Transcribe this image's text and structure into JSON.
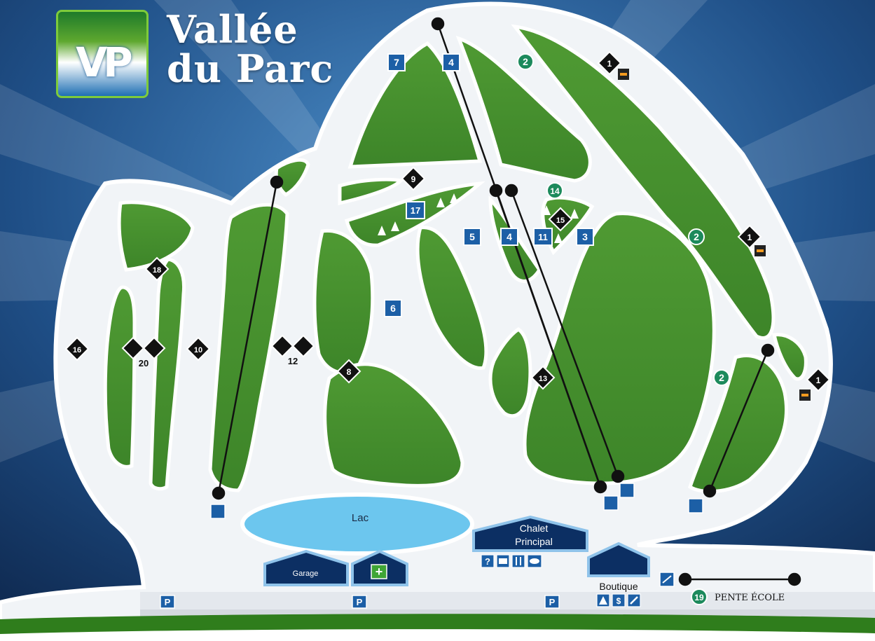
{
  "brand": {
    "title_line1": "Vallée",
    "title_line2": "du Parc",
    "logo_letters": "VP",
    "colors": {
      "green": "#5aa82f",
      "blue": "#1c5fa6",
      "navy": "#0c2f63"
    }
  },
  "trails": {
    "green": [
      {
        "label": "2"
      },
      {
        "label": "2"
      },
      {
        "label": "2"
      },
      {
        "label": "14"
      },
      {
        "label": "19"
      }
    ],
    "blue": [
      {
        "label": "7"
      },
      {
        "label": "4"
      },
      {
        "label": "17"
      },
      {
        "label": "5"
      },
      {
        "label": "4"
      },
      {
        "label": "11"
      },
      {
        "label": "3"
      },
      {
        "label": "6"
      }
    ],
    "black": [
      {
        "label": "1"
      },
      {
        "label": "9"
      },
      {
        "label": "15"
      },
      {
        "label": "1"
      },
      {
        "label": "18"
      },
      {
        "label": "16"
      },
      {
        "label": "10"
      },
      {
        "label": "8"
      },
      {
        "label": "13"
      },
      {
        "label": "1"
      }
    ],
    "double_black": [
      {
        "label": "20"
      },
      {
        "label": "12"
      }
    ]
  },
  "places": {
    "lake": "Lac",
    "garage": "Garage",
    "chalet_line1": "Chalet",
    "chalet_line2": "Principal",
    "boutique": "Boutique",
    "school_slope": "PENTE ÉCOLE",
    "parking_symbol": "P",
    "first_aid_symbol": "+"
  },
  "services": {
    "chalet_icons": [
      "info-icon",
      "tickets-icon",
      "restaurant-icon",
      "games-icon"
    ],
    "boutique_icons": [
      "trees-icon",
      "rental-icon",
      "repair-icon"
    ],
    "info_glyph": "?",
    "money_glyph": "$"
  }
}
